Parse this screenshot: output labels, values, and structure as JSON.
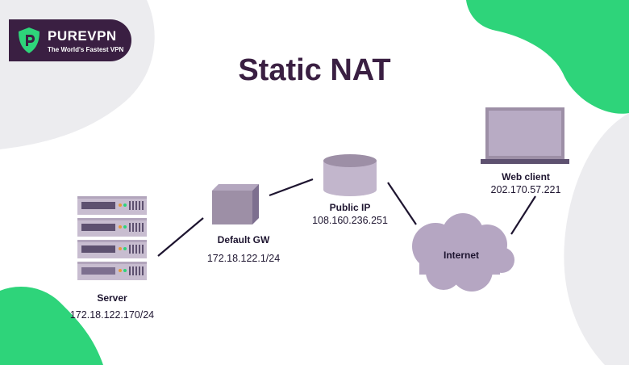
{
  "brand": {
    "logo_icon": "shield-icon",
    "name": "PUREVPN",
    "tagline": "The World's Fastest VPN"
  },
  "title": "Static NAT",
  "colors": {
    "accent_green": "#2ed47a",
    "blob_gray": "#ececef",
    "brand_dark": "#3a1f42",
    "device_purple": "#9d8fa6",
    "cloud_purple": "#b5a6c2"
  },
  "nodes": [
    {
      "id": "server",
      "icon": "server-rack-icon",
      "name": "Server",
      "ip": "172.18.122.170/24"
    },
    {
      "id": "gateway",
      "icon": "gateway-box-icon",
      "name": "Default GW",
      "ip": "172.18.122.1/24"
    },
    {
      "id": "public-ip",
      "icon": "database-cylinder-icon",
      "name": "Public IP",
      "ip": "108.160.236.251"
    },
    {
      "id": "internet",
      "icon": "cloud-icon",
      "name": "Internet",
      "ip": ""
    },
    {
      "id": "web-client",
      "icon": "laptop-icon",
      "name": "Web client",
      "ip": "202.170.57.221"
    }
  ],
  "links": [
    {
      "from": "server",
      "to": "gateway"
    },
    {
      "from": "gateway",
      "to": "public-ip"
    },
    {
      "from": "public-ip",
      "to": "internet"
    },
    {
      "from": "internet",
      "to": "web-client"
    }
  ]
}
